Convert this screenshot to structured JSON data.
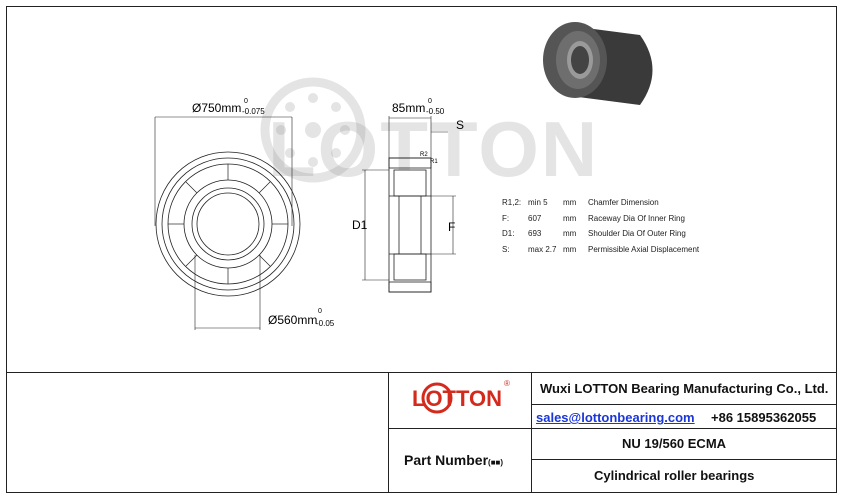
{
  "drawing": {
    "outer_dia_label": "Ø750mm",
    "outer_tol_upper": "0",
    "outer_tol_lower": "-0.075",
    "inner_dia_label": "Ø560mm",
    "inner_tol_upper": "0",
    "inner_tol_lower": "-0.05",
    "width_label": "85mm",
    "width_tol_upper": "0",
    "width_tol_lower": "-0.50",
    "s_label": "S",
    "d1_label": "D1",
    "f_label": "F",
    "r2_label": "R2",
    "r1_label": "R1",
    "watermark": "LOTTON"
  },
  "specs": [
    {
      "sym": "R1,2:",
      "val": "min 5",
      "unit": "mm",
      "desc": "Chamfer Dimension"
    },
    {
      "sym": "F:",
      "val": "607",
      "unit": "mm",
      "desc": "Raceway Dia Of Inner Ring"
    },
    {
      "sym": "D1:",
      "val": "693",
      "unit": "mm",
      "desc": "Shoulder Dia Of Outer Ring"
    },
    {
      "sym": "S:",
      "val": "max 2.7",
      "unit": "mm",
      "desc": "Permissible Axial Displacement"
    }
  ],
  "title_block": {
    "logo_text": "LOTTON",
    "logo_reg": "®",
    "company": "Wuxi LOTTON Bearing Manufacturing Co., Ltd.",
    "email": "sales@lottonbearing.com",
    "phone": "+86 15895362055",
    "part_label": "Part Number",
    "part_label_suffix": "(■■)",
    "part_number": "NU 19/560 ECMA",
    "description": "Cylindrical roller bearings"
  },
  "colors": {
    "logo_red": "#d42a1e",
    "link_blue": "#1a35d8",
    "line": "#222222"
  }
}
